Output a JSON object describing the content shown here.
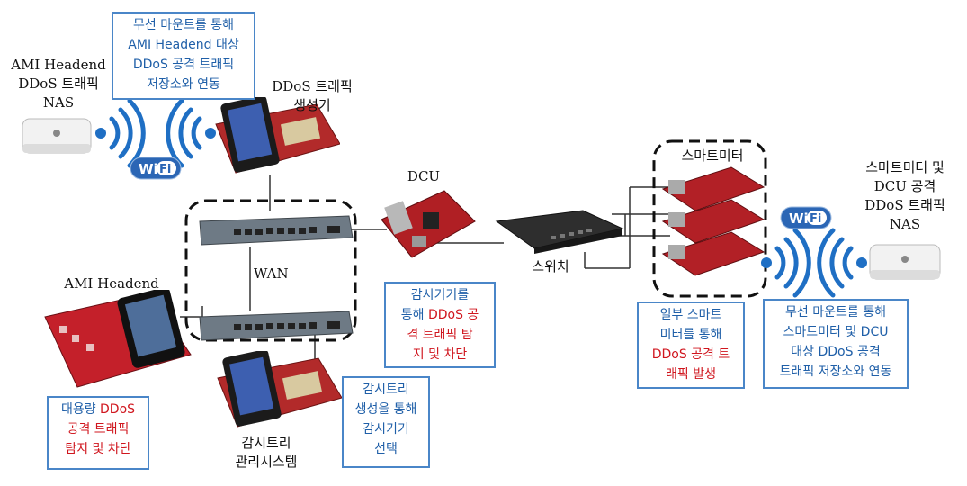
{
  "labels": {
    "ami_nas": [
      "AMI Headend",
      "DDoS 트래픽",
      "NAS"
    ],
    "ddos_gen": [
      "DDoS 트래픽",
      "생성기"
    ],
    "dcu": "DCU",
    "wan": "WAN",
    "ami_headend": "AMI Headend",
    "switch": "스위치",
    "smart_meter": "스마트미터",
    "dcu_nas": [
      "스마트미터 및",
      "DCU 공격",
      "DDoS 트래픽",
      "NAS"
    ],
    "monitor_tree_sys": [
      "감시트리",
      "관리시스템"
    ],
    "wifi_text": "Wi Fi"
  },
  "callouts": {
    "top_left": [
      "무선 마운트를 통해",
      "AMI Headend  대상",
      "DDoS 공격 트래픽",
      "저장소와 연동"
    ],
    "dcu_detect": [
      [
        {
          "t": "감시기기를",
          "c": "blue"
        }
      ],
      [
        {
          "t": "통해 ",
          "c": "blue"
        },
        {
          "t": "DDoS 공",
          "c": "red"
        }
      ],
      [
        {
          "t": "격 트래픽 탐",
          "c": "red"
        }
      ],
      [
        {
          "t": "지 및 차단",
          "c": "red"
        }
      ]
    ],
    "smart_meter_attack": [
      [
        {
          "t": "일부 스마트",
          "c": "blue"
        }
      ],
      [
        {
          "t": "미터를 통해",
          "c": "blue"
        }
      ],
      [
        {
          "t": "DDoS 공격 트",
          "c": "red"
        }
      ],
      [
        {
          "t": "래픽 발생",
          "c": "red"
        }
      ]
    ],
    "right_mount": [
      "무선 마운트를 통해",
      "스마트미터 및 DCU",
      "대상 DDoS 공격",
      "트래픽 저장소와 연동"
    ],
    "large_ddos": [
      [
        {
          "t": "대용량 ",
          "c": "blue"
        },
        {
          "t": "DDoS",
          "c": "red"
        }
      ],
      [
        {
          "t": "공격 트래픽",
          "c": "red"
        }
      ],
      [
        {
          "t": "탐지 및 차단",
          "c": "red"
        }
      ]
    ],
    "tree_select": [
      "감시트리",
      "생성을 통해",
      "감시기기",
      "선택"
    ]
  }
}
